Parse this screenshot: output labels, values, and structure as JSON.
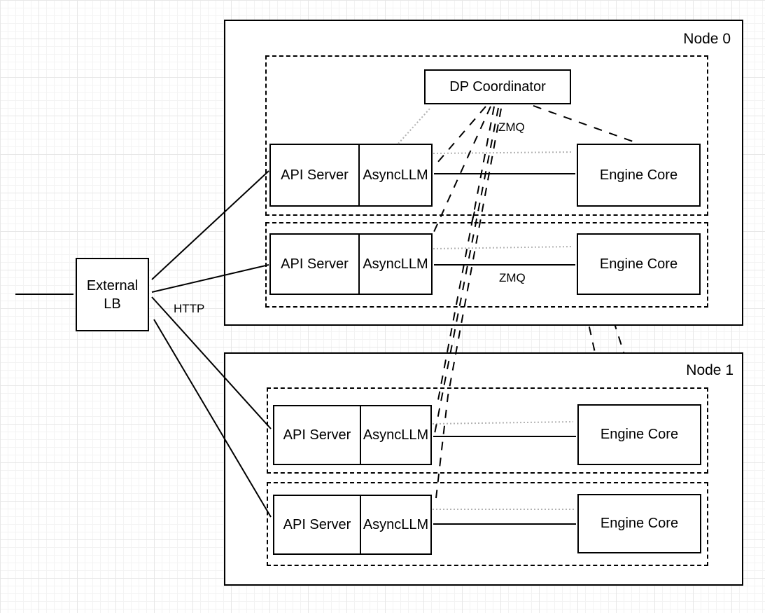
{
  "diagram": {
    "external_lb": {
      "line1": "External",
      "line2": "LB"
    },
    "nodes": [
      {
        "label": "Node 0"
      },
      {
        "label": "Node 1"
      }
    ],
    "dp_coordinator": {
      "label": "DP Coordinator"
    },
    "rows": [
      {
        "api_server": "API Server",
        "asyncllm": "AsyncLLM",
        "engine_core": "Engine Core"
      },
      {
        "api_server": "API Server",
        "asyncllm": "AsyncLLM",
        "engine_core": "Engine Core"
      },
      {
        "api_server": "API Server",
        "asyncllm": "AsyncLLM",
        "engine_core": "Engine Core"
      },
      {
        "api_server": "API Server",
        "asyncllm": "AsyncLLM",
        "engine_core": "Engine Core"
      }
    ],
    "edge_labels": {
      "zmq_coordinator": "ZMQ",
      "zmq_row": "ZMQ",
      "http": "HTTP"
    },
    "colors": {
      "stroke": "#000000",
      "dotted_gray": "#b3b3b3",
      "fill": "#ffffff",
      "grid_minor": "#f3f3f3",
      "grid_major": "#e7e7e7"
    }
  }
}
